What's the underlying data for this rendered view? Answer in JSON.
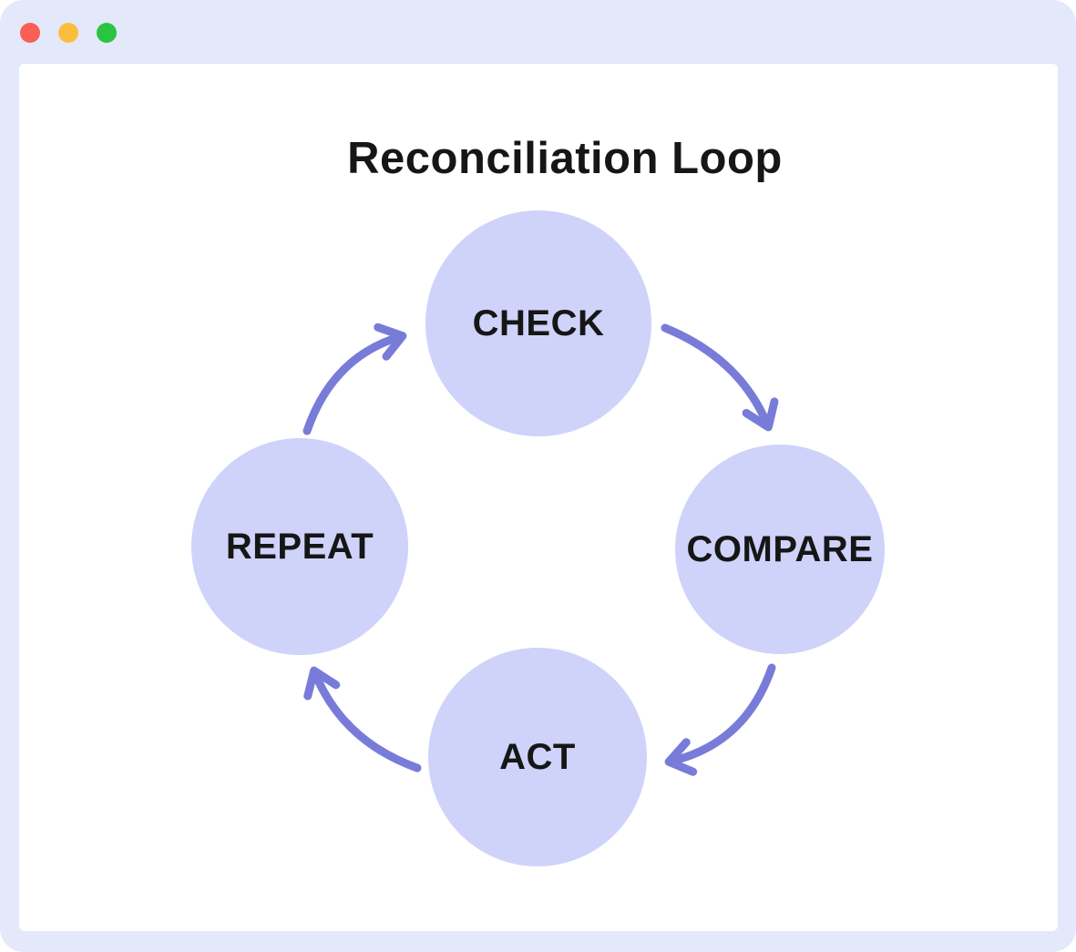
{
  "window": {
    "controls": [
      {
        "name": "close",
        "color": "#fa5f55"
      },
      {
        "name": "minimize",
        "color": "#fbbe3c"
      },
      {
        "name": "maximize",
        "color": "#29c541"
      }
    ]
  },
  "diagram": {
    "title": "Reconciliation Loop",
    "nodes": [
      {
        "id": "check",
        "label": "CHECK",
        "position": "top"
      },
      {
        "id": "compare",
        "label": "COMPARE",
        "position": "right"
      },
      {
        "id": "act",
        "label": "ACT",
        "position": "bottom"
      },
      {
        "id": "repeat",
        "label": "REPEAT",
        "position": "left"
      }
    ],
    "edges": [
      {
        "from": "CHECK",
        "to": "COMPARE"
      },
      {
        "from": "COMPARE",
        "to": "ACT"
      },
      {
        "from": "ACT",
        "to": "REPEAT"
      },
      {
        "from": "REPEAT",
        "to": "CHECK"
      }
    ]
  },
  "colors": {
    "frame-bg": "#e4e8fb",
    "panel-bg": "#ffffff",
    "node-fill": "#cfd3fa",
    "arrow": "#787cd8",
    "title-text": "#161616",
    "node-text": "#161616"
  }
}
